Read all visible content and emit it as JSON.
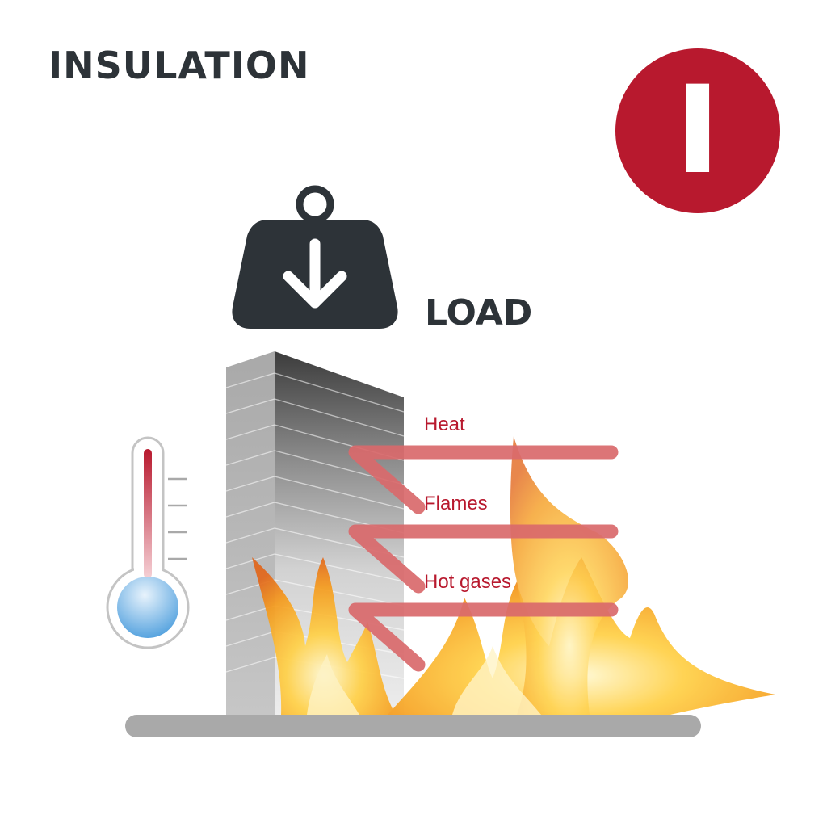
{
  "title": "INSULATION",
  "badge": {
    "letter": "I",
    "color": "#b8192e"
  },
  "load": {
    "label": "LOAD",
    "icon": "weight-down-arrow-icon"
  },
  "arrows": [
    {
      "label": "Heat"
    },
    {
      "label": "Flames"
    },
    {
      "label": "Hot gases"
    }
  ],
  "colors": {
    "text_dark": "#2d3338",
    "accent_red": "#b8192e",
    "arrow": "#d9696b",
    "thermometer_bulb": "#5aa5e0"
  }
}
